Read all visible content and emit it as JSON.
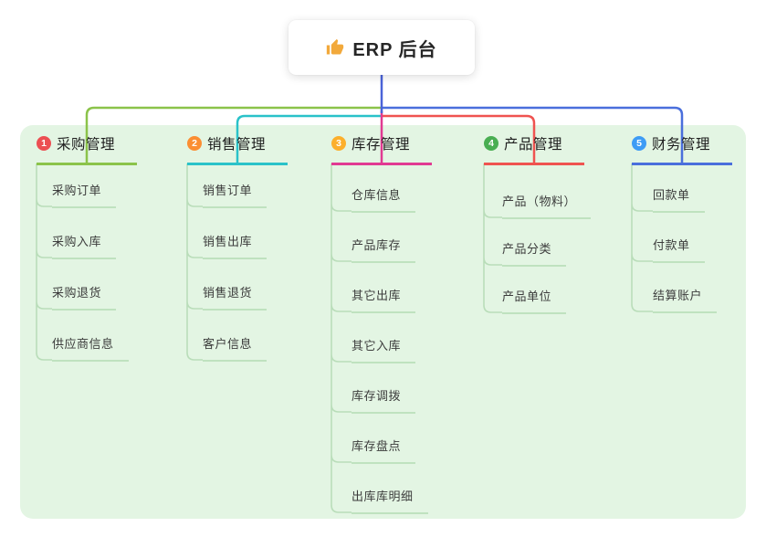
{
  "root": {
    "label": "ERP 后台",
    "icon": "thumbs-up-icon"
  },
  "theme": {
    "canvas_background": "#ffffff",
    "panel_background": "#e3f5e3",
    "root_line_color": "#4a63d8",
    "child_line_color": "#b9ddb9",
    "child_underline_color": "#bfe2bf",
    "thumb_icon_color": "#f2a93b"
  },
  "branches": [
    {
      "index": "1",
      "label": "采购管理",
      "color": "#8bc34a",
      "badge_color": "#ec4f52",
      "children": [
        "采购订单",
        "采购入库",
        "采购退货",
        "供应商信息"
      ]
    },
    {
      "index": "2",
      "label": "销售管理",
      "color": "#2ac2c9",
      "badge_color": "#fb8e33",
      "children": [
        "销售订单",
        "销售出库",
        "销售退货",
        "客户信息"
      ]
    },
    {
      "index": "3",
      "label": "库存管理",
      "color": "#e13a92",
      "badge_color": "#fcaf2c",
      "children": [
        "仓库信息",
        "产品库存",
        "其它出库",
        "其它入库",
        "库存调拨",
        "库存盘点",
        "出库库明细"
      ]
    },
    {
      "index": "4",
      "label": "产品管理",
      "color": "#ef5350",
      "badge_color": "#49ae52",
      "children": [
        "产品（物料）",
        "产品分类",
        "产品单位"
      ]
    },
    {
      "index": "5",
      "label": "财务管理",
      "color": "#4a6fdc",
      "badge_color": "#3e9cf5",
      "children": [
        "回款单",
        "付款单",
        "结算账户"
      ]
    }
  ]
}
